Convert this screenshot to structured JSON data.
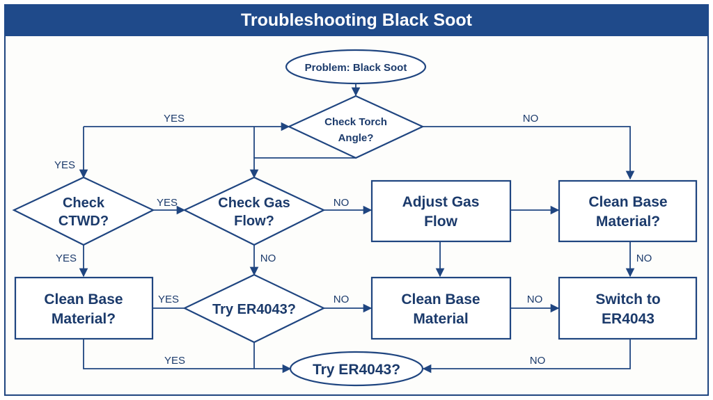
{
  "title": "Troubleshooting Black Soot",
  "colors": {
    "primary": "#1f4a8a",
    "line": "#1f4580",
    "text": "#1b3a6b"
  },
  "nodes": {
    "problem": {
      "line1": "Problem: Black Soot"
    },
    "torch": {
      "line1": "Check Torch",
      "line2": "Angle?"
    },
    "ctwd": {
      "line1": "Check",
      "line2": "CTWD?"
    },
    "gas": {
      "line1": "Check Gas",
      "line2": "Flow?"
    },
    "adjust": {
      "line1": "Adjust Gas",
      "line2": "Flow"
    },
    "clean_top": {
      "line1": "Clean Base",
      "line2": "Material?"
    },
    "clean_left": {
      "line1": "Clean Base",
      "line2": "Material?"
    },
    "try_mid": {
      "line1": "Try ER4043?"
    },
    "clean_mid": {
      "line1": "Clean Base",
      "line2": "Material"
    },
    "switch": {
      "line1": "Switch to",
      "line2": "ER4043"
    },
    "try_bottom": {
      "line1": "Try ER4043?"
    }
  },
  "edge_labels": {
    "torch_yes": "YES",
    "torch_no": "NO",
    "to_ctwd_yes": "YES",
    "ctwd_gas_yes": "YES",
    "ctwd_down_yes": "YES",
    "gas_no_right": "NO",
    "gas_no_down": "NO",
    "clean_top_no": "NO",
    "clean_left_yes": "YES",
    "try_mid_no": "NO",
    "clean_mid_no": "NO",
    "bottom_yes": "YES",
    "bottom_no": "NO"
  }
}
